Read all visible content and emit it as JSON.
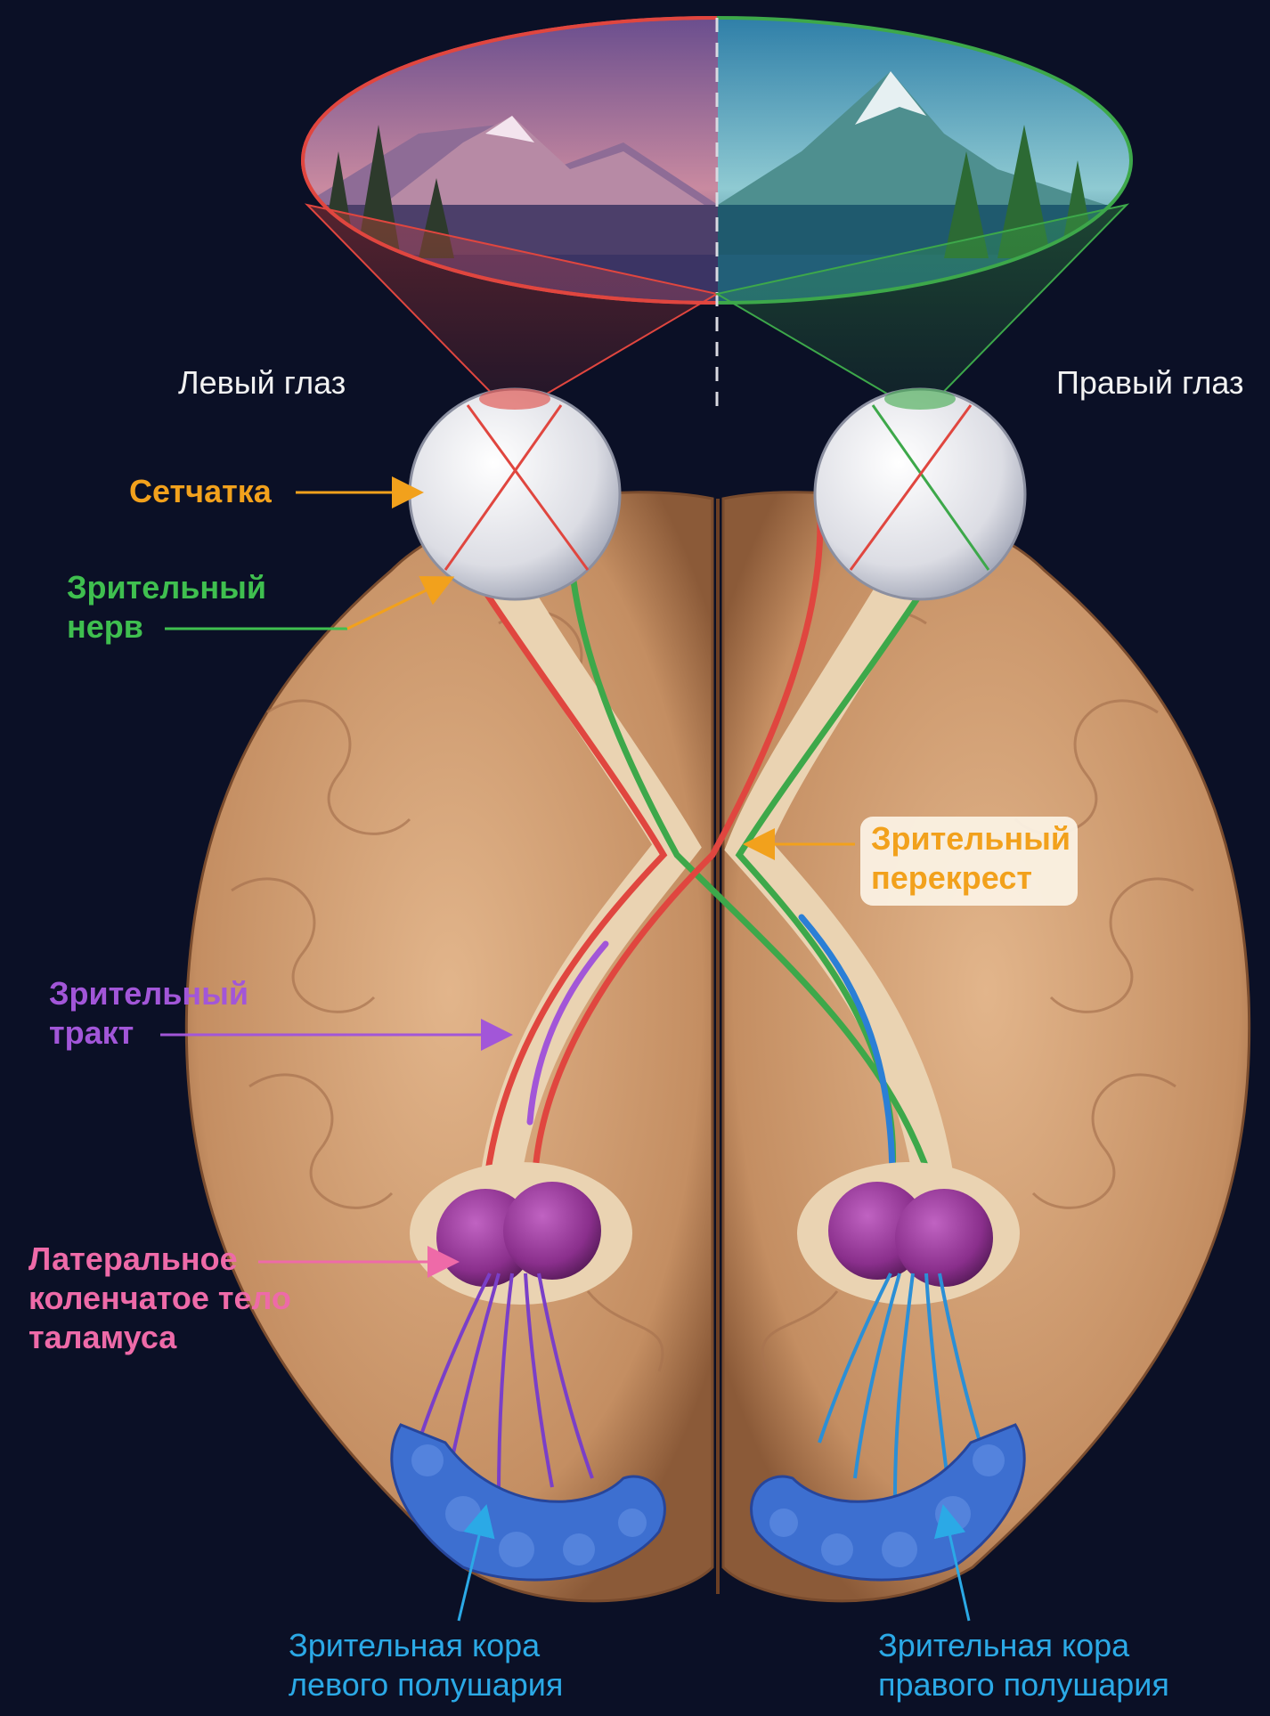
{
  "labels": {
    "left_eye": "Левый глаз",
    "right_eye": "Правый глаз",
    "retina": "Сетчатка",
    "optic_nerve": "Зрительный\nнерв",
    "optic_chiasm": "Зрительный\nперекрест",
    "optic_tract": "Зрительный\nтракт",
    "lgn": "Латеральное\nколенчатое тело\nталамуса",
    "cortex_left": "Зрительная кора\nлевого полушария",
    "cortex_right": "Зрительная кора\nправого полушария"
  },
  "colors": {
    "background": "#0b1026",
    "left_field": "#e0463f",
    "right_field": "#3da84a",
    "retina_label": "#f2a11c",
    "optic_nerve_label": "#3fbf4f",
    "chiasm_label": "#f2a11c",
    "tract_label": "#a256d8",
    "lgn_label": "#ee6aa8",
    "cortex_label": "#2ba9e6",
    "brain": "#d8a77d",
    "lgn": "#8a2f8c",
    "cortex": "#3d6fd0"
  }
}
